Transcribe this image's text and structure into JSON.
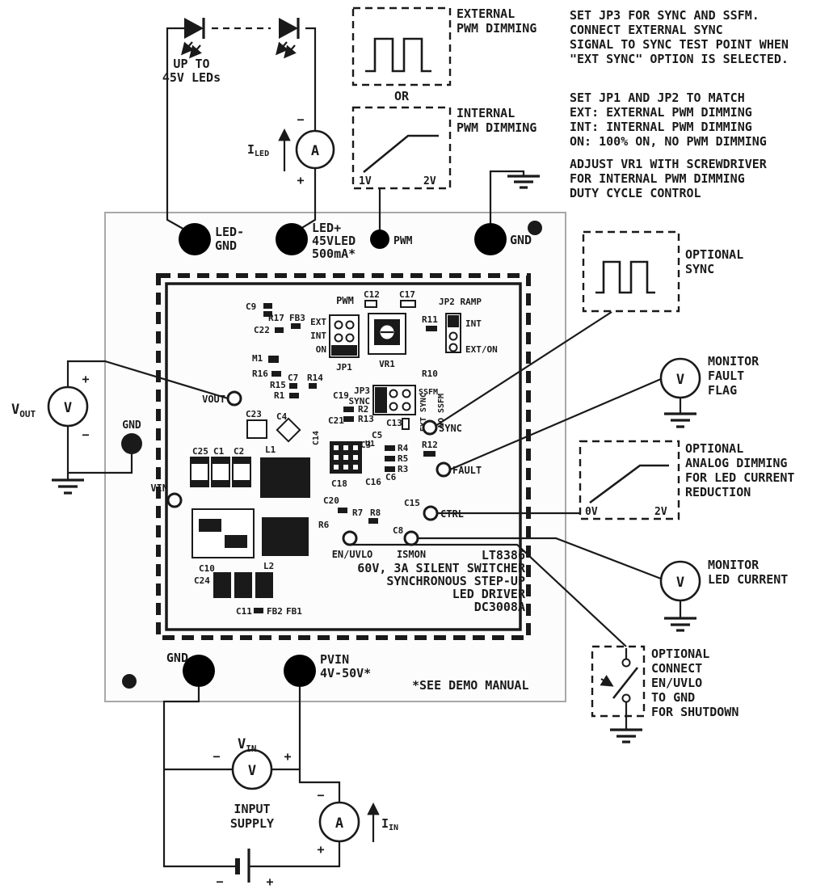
{
  "notes": {
    "note1": [
      "SET JP3 FOR SYNC AND SSFM.",
      "CONNECT EXTERNAL SYNC",
      "SIGNAL TO SYNC TEST POINT WHEN",
      "\"EXT SYNC\" OPTION IS SELECTED."
    ],
    "note2": [
      "SET JP1 AND JP2 TO MATCH",
      "EXT: EXTERNAL PWM DIMMING",
      "INT: INTERNAL PWM DIMMING",
      "ON: 100% ON, NO PWM DIMMING"
    ],
    "note3": [
      "ADJUST VR1 WITH SCREWDRIVER",
      "FOR INTERNAL PWM DIMMING",
      "DUTY CYCLE CONTROL"
    ]
  },
  "led_string": {
    "line1": "UP TO",
    "line2": "45V LEDs"
  },
  "meters": {
    "voltmeter": "V",
    "ammeter": "A"
  },
  "polarity": {
    "plus": "+",
    "minus": "−"
  },
  "currents": {
    "iled_main": "I",
    "iled_sub": "LED",
    "iin_main": "I",
    "iin_sub": "IN"
  },
  "pwm_boxes": {
    "external": [
      "EXTERNAL",
      "PWM DIMMING"
    ],
    "or_label": "OR",
    "internal": [
      "INTERNAL",
      "PWM DIMMING"
    ],
    "internal_v1": "1V",
    "internal_v2": "2V"
  },
  "right": {
    "sync_box": [
      "OPTIONAL",
      "SYNC"
    ],
    "fault": [
      "MONITOR",
      "FAULT",
      "FLAG"
    ],
    "analog_box": [
      "OPTIONAL",
      "ANALOG DIMMING",
      "FOR LED CURRENT",
      "REDUCTION"
    ],
    "analog_v0": "0V",
    "analog_v2": "2V",
    "led_current": [
      "MONITOR",
      "LED CURRENT"
    ],
    "shutdown": [
      "OPTIONAL",
      "CONNECT",
      "EN/UVLO",
      "TO GND",
      "FOR SHUTDOWN"
    ]
  },
  "left": {
    "vout_main": "V",
    "vout_sub": "OUT",
    "gnd": "GND"
  },
  "bottom": {
    "vin_main": "V",
    "vin_sub": "IN",
    "input_supply": [
      "INPUT",
      "SUPPLY"
    ]
  },
  "terminals": {
    "led_minus": "LED-",
    "led_minus_2": "GND",
    "led_plus": "LED+",
    "led_plus_2": "45VLED",
    "led_plus_3": "500mA*",
    "pwm": "PWM",
    "gnd_top": "GND",
    "gnd_bottom": "GND",
    "pvin": "PVIN",
    "pvin_2": "4V-50V*"
  },
  "board": {
    "title": [
      "LT8386",
      "60V, 3A SILENT SWITCHER",
      "SYNCHRONOUS STEP-UP",
      "LED DRIVER",
      "DC3008A"
    ],
    "see_manual": "*SEE DEMO MANUAL",
    "silk": {
      "pwm": "PWM",
      "ext": "EXT",
      "int": "INT",
      "on": "ON",
      "jp1": "JP1",
      "vr1": "VR1",
      "jp2_ramp": "JP2 RAMP",
      "jp2_int": "INT",
      "jp2_ext_on": "EXT/ON",
      "jp3": "JP3",
      "jp3_sync": "SYNC",
      "ssfm": "SSFM",
      "ext_sync": "EXT SYNC",
      "no_ssfm": "NO SSFM"
    },
    "testpoints": {
      "vout": "VOUT",
      "vin": "VIN",
      "sync": "SYNC",
      "fault": "FAULT",
      "ctrl": "CTRL",
      "en_uvlo": "EN/UVLO",
      "ismon": "ISMON"
    },
    "components": {
      "c9": "C9",
      "r17": "R17",
      "fb3": "FB3",
      "c22": "C22",
      "m1": "M1",
      "r16": "R16",
      "r15": "R15",
      "c7": "C7",
      "r14": "R14",
      "r1": "R1",
      "c19": "C19",
      "c12": "C12",
      "c17": "C17",
      "r11": "R11",
      "r10": "R10",
      "r2": "R2",
      "r13": "R13",
      "c13": "C13",
      "c5": "C5",
      "c3": "C3",
      "c21": "C21",
      "c14": "C14",
      "c23": "C23",
      "c4": "C4",
      "u1": "U1",
      "r4": "R4",
      "r12": "R12",
      "r5": "R5",
      "r3": "R3",
      "c25": "C25",
      "c1": "C1",
      "c2": "C2",
      "l1": "L1",
      "c18": "C18",
      "c16": "C16",
      "c6": "C6",
      "c20": "C20",
      "c15": "C15",
      "r7": "R7",
      "r8": "R8",
      "r6": "R6",
      "c8": "C8",
      "c10": "C10",
      "l2": "L2",
      "c24": "C24",
      "c11": "C11",
      "fb2": "FB2",
      "fb1": "FB1"
    }
  }
}
